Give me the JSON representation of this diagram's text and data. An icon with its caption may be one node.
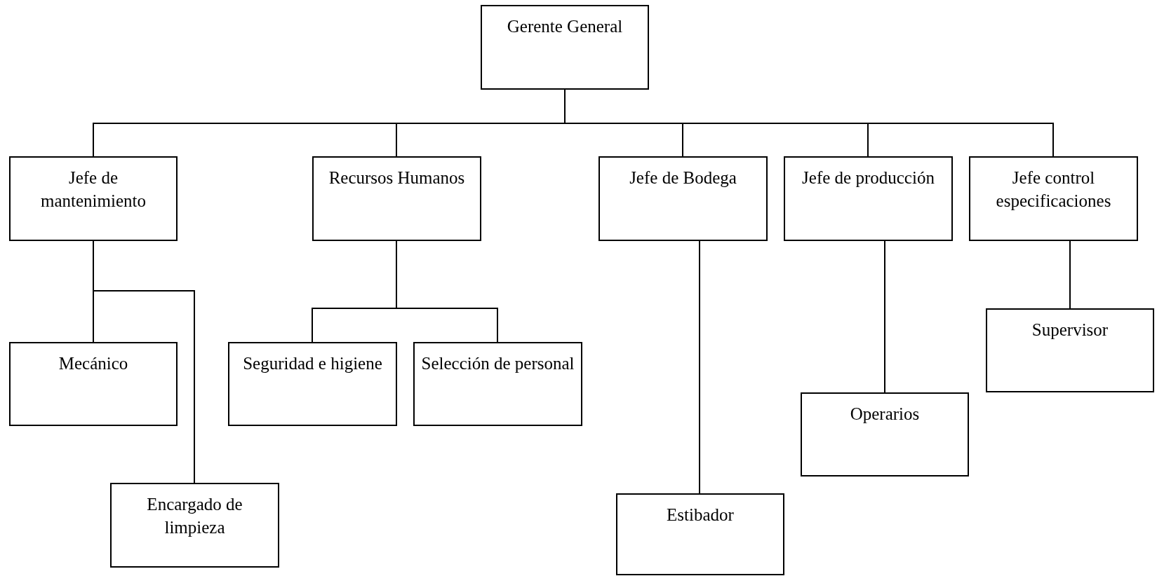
{
  "diagram": {
    "nodes": [
      {
        "text": [
          "Gerente General"
        ]
      },
      {
        "text": [
          "Jefe de mantenimiento"
        ]
      },
      {
        "text": [
          "Recursos Humanos"
        ]
      },
      {
        "text": [
          "Jefe de Bodega"
        ]
      },
      {
        "text": [
          "Jefe de producción"
        ]
      },
      {
        "text": [
          "Jefe control especificaciones"
        ]
      },
      {
        "text": [
          "Mecánico"
        ]
      },
      {
        "text": [
          "Encargado de limpieza"
        ]
      },
      {
        "text": [
          "Seguridad e higiene"
        ]
      },
      {
        "text": [
          "Selección de personal"
        ]
      },
      {
        "text": [
          "Estibador"
        ]
      },
      {
        "text": [
          "Operarios"
        ]
      },
      {
        "text": [
          "Supervisor"
        ]
      }
    ],
    "edges": [
      {
        "from": 0,
        "to": 1,
        "arrow": "none"
      },
      {
        "from": 0,
        "to": 2,
        "arrow": "none"
      },
      {
        "from": 0,
        "to": 3,
        "arrow": "none"
      },
      {
        "from": 0,
        "to": 4,
        "arrow": "none"
      },
      {
        "from": 0,
        "to": 5,
        "arrow": "none"
      },
      {
        "from": 1,
        "to": 6,
        "arrow": "none"
      },
      {
        "from": 1,
        "to": 7,
        "arrow": "none"
      },
      {
        "from": 2,
        "to": 8,
        "arrow": "none"
      },
      {
        "from": 2,
        "to": 9,
        "arrow": "none"
      },
      {
        "from": 3,
        "to": 10,
        "arrow": "none"
      },
      {
        "from": 4,
        "to": 11,
        "arrow": "none"
      },
      {
        "from": 5,
        "to": 12,
        "arrow": "none"
      }
    ]
  }
}
